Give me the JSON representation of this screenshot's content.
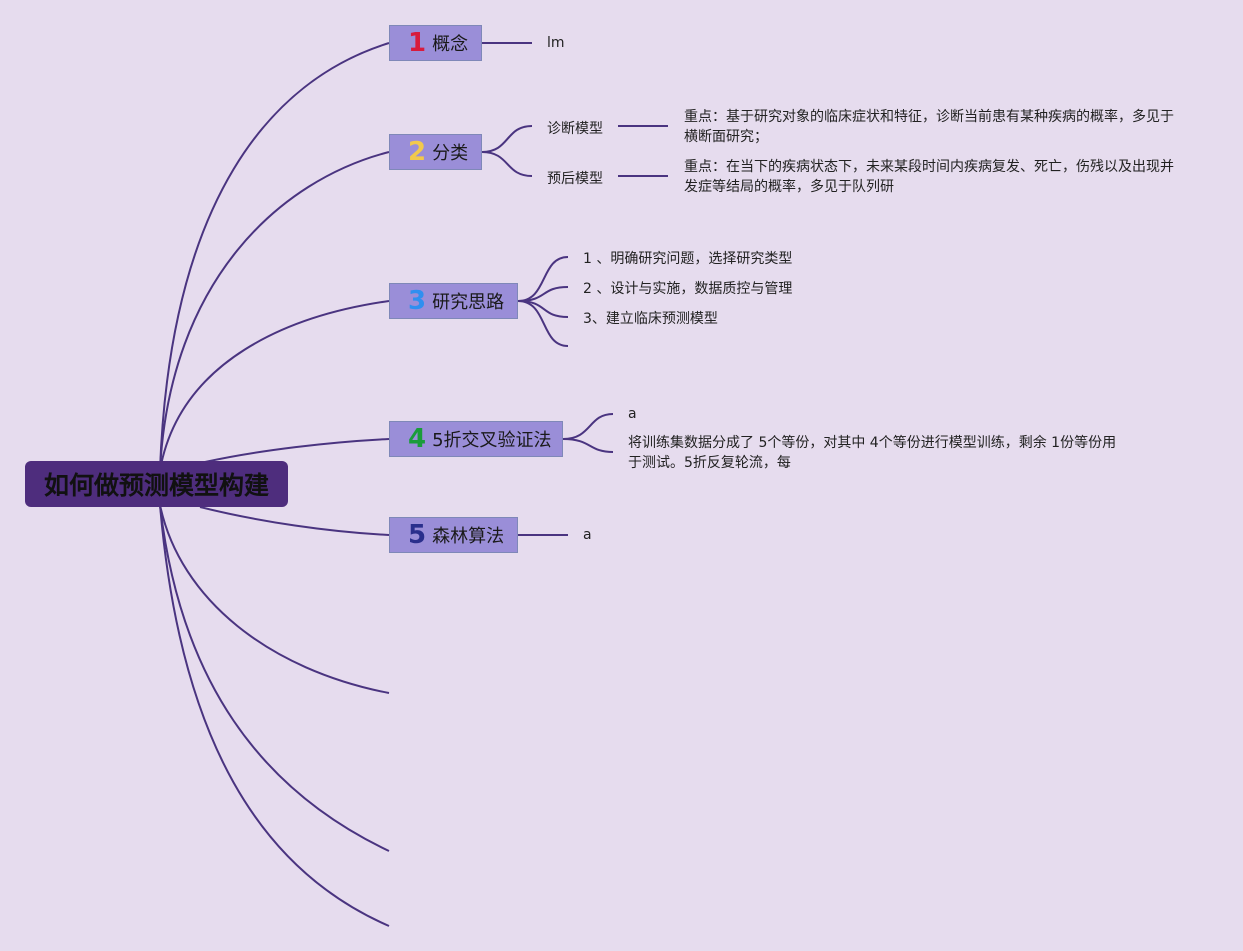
{
  "central": "如何做预测模型构建",
  "colors": {
    "background": "#e6dcee",
    "central_fill": "#4e2d7d",
    "topic_fill": "#9a8ed8",
    "link": "#4a3480"
  },
  "topics": [
    {
      "number": "1",
      "number_color": "#d81b3c",
      "label": "概念"
    },
    {
      "number": "2",
      "number_color": "#f2c94c",
      "label": "分类"
    },
    {
      "number": "3",
      "number_color": "#2f8ff0",
      "label": "研究思路"
    },
    {
      "number": "4",
      "number_color": "#1a9c3a",
      "label": "5折交叉验证法"
    },
    {
      "number": "5",
      "number_color": "#2a2f8c",
      "label": "森林算法"
    }
  ],
  "concept": {
    "child": "lm"
  },
  "classification": {
    "diagnostic": {
      "label": "诊断模型",
      "note": "重点：基于研究对象的临床症状和特征，诊断当前患有某种疾病的概率，多见于横断面研究；"
    },
    "prognostic": {
      "label": "预后模型",
      "note": "重点：在当下的疾病状态下，未来某段时间内疾病复发、死亡，伤残以及出现并发症等结局的概率，多见于队列研"
    }
  },
  "research_steps": [
    "1 、明确研究问题，选择研究类型",
    "2 、设计与实施，数据质控与管理",
    "3、建立临床预测模型"
  ],
  "cross_validation": {
    "child_a": "a",
    "child_text": "将训练集数据分成了 5个等份，对其中 4个等份进行模型训练，剩余 1份等份用于测试。5折反复轮流，每"
  },
  "forest": {
    "child": "a"
  }
}
